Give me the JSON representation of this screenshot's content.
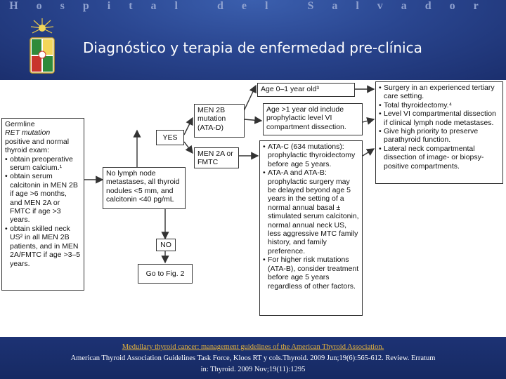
{
  "header": {
    "hospital": "Hospital del Salvador",
    "title": "Diagnóstico y terapia de enfermedad pre-clínica"
  },
  "diagram": {
    "germline": {
      "lines": [
        "Germline",
        "RET mutation",
        "positive and normal",
        "thyroid exam:"
      ],
      "items": [
        "obtain preoperative serum calcium.¹",
        "obtain serum calcitonin in MEN 2B if age >6 months, and MEN 2A or FMTC if age >3 years.",
        "obtain skilled neck US² in all MEN 2B patients, and in MEN 2A/FMTC if age >3–5 years."
      ]
    },
    "criteria": "No lymph node metastases, all thyroid nodules <5 mm, and calcitonin <40 pg/mL",
    "yes": "YES",
    "no": "NO",
    "goto": "Go to Fig. 2",
    "men2b": "MEN 2B mutation (ATA-D)",
    "men2a": "MEN 2A or FMTC",
    "age_young": "Age 0–1 year old³",
    "age_old": "Age >1 year old include prophylactic level VI compartment dissection.",
    "surgery_items": [
      "Surgery in an experienced tertiary care setting.",
      "Total thyroidectomy.⁴",
      "Level VI compartmental dissection if clinical lymph node metastases.",
      "Give high priority to preserve parathyroid function.",
      "Lateral neck compartmental dissection of image- or biopsy-positive compartments."
    ],
    "ata_items": [
      "ATA-C (634 mutations): prophylactic thyroidectomy before age 5 years.",
      "ATA-A and ATA-B: prophylactic surgery may be delayed beyond age 5 years in the setting of a normal annual basal ± stimulated serum calcitonin, normal annual neck US, less aggressive MTC family history, and family preference.",
      "For higher risk mutations (ATA-B), consider treatment before age 5 years regardless of other factors."
    ]
  },
  "footer": {
    "link": "Medullary thyroid cancer: management guidelines of the American Thyroid Association.",
    "citation1": "American Thyroid Association Guidelines Task Force, Kloos RT y cols.Thyroid. 2009 Jun;19(6):565-612. Review. Erratum",
    "citation2": "in: Thyroid. 2009 Nov;19(11):1295"
  },
  "colors": {
    "header_bg": "#2a4690",
    "footer_bg": "#1b2f6e",
    "link": "#e3b23c"
  }
}
